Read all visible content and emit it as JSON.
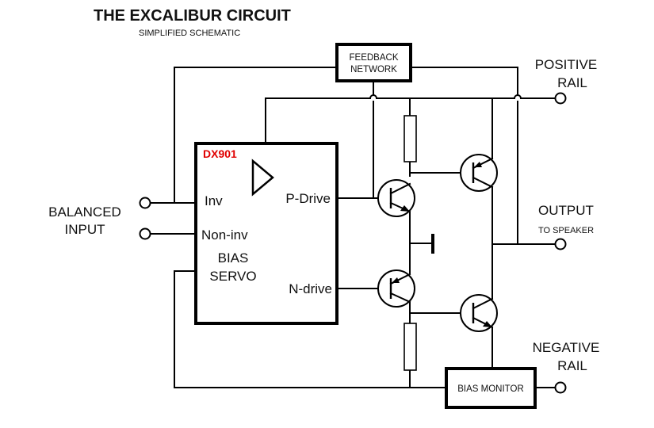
{
  "diagram": {
    "title": "THE EXCALIBUR CIRCUIT",
    "subtitle": "SIMPLIFIED SCHEMATIC",
    "accent_color": "#e00000",
    "feedback_network": {
      "line1": "FEEDBACK",
      "line2": "NETWORK"
    },
    "chip": {
      "part_number": "DX901",
      "pins": {
        "inv": "Inv",
        "non_inv": "Non-inv",
        "p_drive": "P-Drive",
        "n_drive": "N-drive"
      },
      "function_line1": "BIAS",
      "function_line2": "SERVO"
    },
    "terminals": {
      "input": {
        "line1": "BALANCED",
        "line2": "INPUT"
      },
      "positive_rail": {
        "line1": "POSITIVE",
        "line2": "RAIL"
      },
      "output": {
        "line1": "OUTPUT",
        "line2": "TO SPEAKER"
      },
      "negative_rail": {
        "line1": "NEGATIVE",
        "line2": "RAIL"
      }
    },
    "bias_monitor": "BIAS MONITOR",
    "components": {
      "transistors": [
        "driver-npn",
        "driver-pnp",
        "output-pnp",
        "output-npn"
      ],
      "resistors": [
        "upper-resistor",
        "lower-resistor"
      ],
      "capacitor": "bias-stub"
    }
  }
}
